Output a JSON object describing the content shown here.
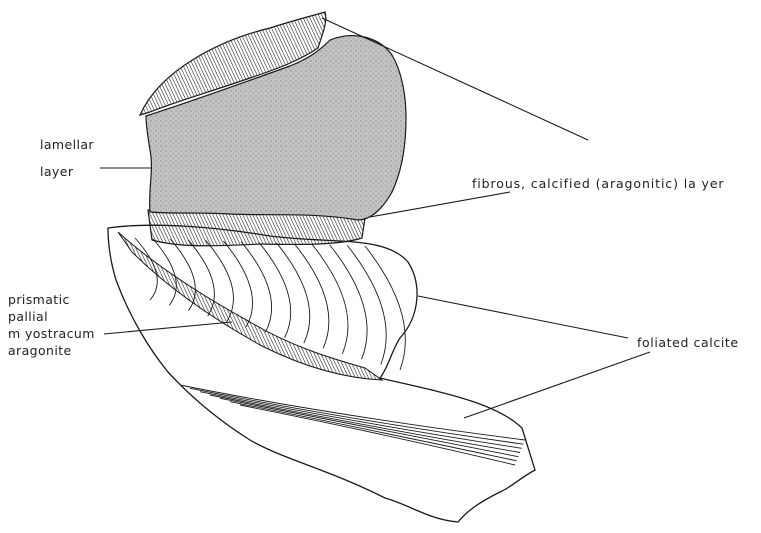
{
  "figure": {
    "labels": {
      "lamellar_line1": "lamellar",
      "lamellar_line2": "layer",
      "fibrous": "fibrous,  calcified (aragonitic) la yer",
      "prismatic_line1": "prismatic",
      "prismatic_line2": "pallial",
      "prismatic_line3": "m yostracum",
      "prismatic_line4": "aragonite",
      "foliated": "foliated calcite"
    },
    "colors": {
      "ink": "#1a1a1a",
      "lamellar_fill": "#bcbcbc",
      "background": "#ffffff"
    }
  }
}
